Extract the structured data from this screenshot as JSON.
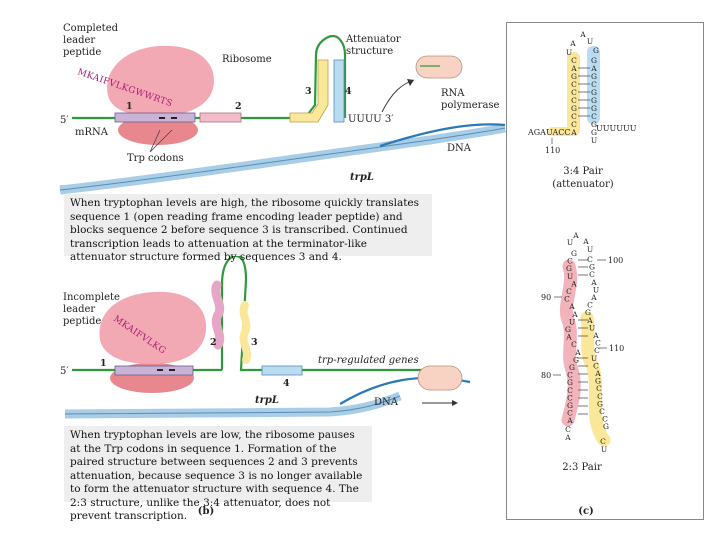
{
  "panel_b_top": {
    "completed_leader_peptide": [
      "Completed",
      "leader",
      "peptide"
    ],
    "ribosome": "Ribosome",
    "peptide_seq": "MKAIFVLKGWWRTS",
    "five_prime": "5′",
    "mrna": "mRNA",
    "seq1": "1",
    "seq2": "2",
    "seq3": "3",
    "seq4": "4",
    "trp_codons": "Trp codons",
    "attenuator_structure": [
      "Attenuator",
      "structure"
    ],
    "uuuu": "UUUU 3′",
    "rna_polymerase": [
      "RNA",
      "polymerase"
    ],
    "dna": "DNA",
    "trpL": "trpL",
    "caption": "When tryptophan levels are high, the ribosome quickly translates sequence 1 (open reading frame encoding leader peptide) and blocks sequence 2 before sequence 3 is transcribed. Continued transcription leads to attenuation at the terminator-like attenuator structure formed by sequences 3 and 4."
  },
  "panel_b_bottom": {
    "incomplete_leader_peptide": [
      "Incomplete",
      "leader",
      "peptide"
    ],
    "peptide_seq": "MKAIFVLKG",
    "five_prime": "5′",
    "seq1": "1",
    "seq2": "2",
    "seq3": "3",
    "seq4": "4",
    "trp_regulated_genes": "trp-regulated genes",
    "trpL": "trpL",
    "dna": "DNA",
    "caption": "When tryptophan levels are low, the ribosome pauses at the Trp codons in sequence 1. Formation of the paired structure between sequences 2 and 3 prevents attenuation, because sequence 3 is no longer available to form the attenuator structure with sequence 4. The 2:3 structure, unlike the 3:4 attenuator, does not prevent transcription."
  },
  "panel_labels": {
    "b": "(b)",
    "c": "(c)"
  },
  "panel_c": {
    "pair34": {
      "loop_top": [
        "A",
        "U"
      ],
      "loop_mid": [
        "A",
        "G"
      ],
      "left_strand": [
        "U",
        "C",
        "A",
        "G",
        "C",
        "C",
        "C",
        "G",
        "C",
        "C",
        "A"
      ],
      "right_strand": [
        "G",
        "A",
        "G",
        "C",
        "G",
        "G",
        "G",
        "C",
        "G",
        "G",
        "U"
      ],
      "tail_left": "AGAUACC",
      "tail_right": "UUUUUU",
      "tick": "110",
      "title": "3:4 Pair",
      "subtitle": "(attenuator)"
    },
    "pair23": {
      "loop": [
        "U",
        "A",
        "A",
        "U"
      ],
      "left_strand": [
        "G",
        "C",
        "G",
        "U",
        "A",
        "C",
        "C",
        "A",
        "A",
        "U",
        "G",
        "A",
        "C",
        "A",
        "G",
        "G",
        "C",
        "G",
        "C",
        "C",
        "G",
        "C",
        "A"
      ],
      "right_strand": [
        "C",
        "G",
        "C",
        "A",
        "U",
        "A",
        "C",
        "G",
        "A",
        "U",
        "A",
        "C",
        "C",
        "U",
        "C",
        "A",
        "G",
        "C",
        "C",
        "G",
        "C",
        "C",
        "G"
      ],
      "tail_left": [
        "C",
        "A"
      ],
      "tail_right": [
        "C",
        "U"
      ],
      "tick_100": "100",
      "tick_90": "90",
      "tick_110": "110",
      "tick_80": "80",
      "title": "2:3 Pair"
    }
  }
}
